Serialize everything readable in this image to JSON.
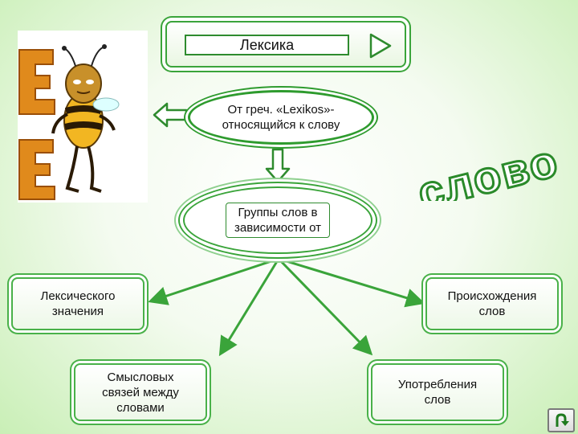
{
  "diagram": {
    "title": "Лексика",
    "origin": [
      "От греч. «Lexikos»-",
      "относящийся к слову"
    ],
    "groups": [
      "Группы слов в",
      "зависимости от"
    ],
    "word_art": "слово",
    "branches": {
      "lexical_meaning": [
        "Лексического",
        "значения"
      ],
      "origin": [
        "Происхождения",
        "слов"
      ],
      "semantic_links": [
        "Смысловых",
        "связей между",
        "словами"
      ],
      "usage": [
        "Употребления",
        "слов"
      ]
    }
  },
  "colors": {
    "accent": "#3aa43a",
    "word_art_fill": "#ffffff",
    "word_art_stroke": "#2a8a2a",
    "background_edge": "#c9efb6"
  },
  "icons": {
    "title_action": "play-triangle-icon",
    "left_arrow": "arrow-left-icon",
    "down_arrow": "arrow-down-icon",
    "return_button": "u-turn-icon"
  }
}
